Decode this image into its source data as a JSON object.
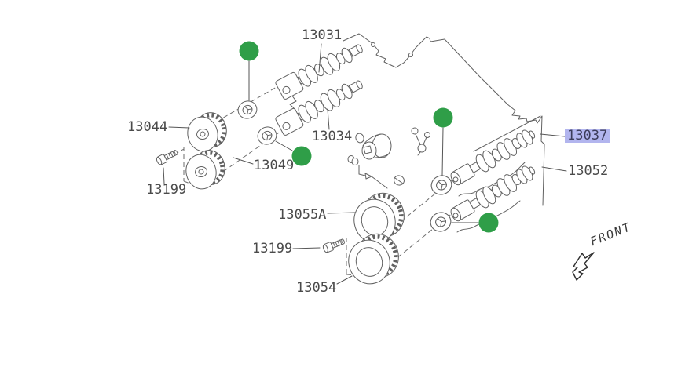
{
  "diagram": {
    "part_labels": [
      {
        "id": "13031",
        "text": "13031",
        "highlighted": false
      },
      {
        "id": "13044",
        "text": "13044",
        "highlighted": false
      },
      {
        "id": "13034",
        "text": "13034",
        "highlighted": false
      },
      {
        "id": "13049",
        "text": "13049",
        "highlighted": false
      },
      {
        "id": "13199a",
        "text": "13199",
        "highlighted": false
      },
      {
        "id": "13055A",
        "text": "13055A",
        "highlighted": false
      },
      {
        "id": "13199b",
        "text": "13199",
        "highlighted": false
      },
      {
        "id": "13054",
        "text": "13054",
        "highlighted": false
      },
      {
        "id": "13037",
        "text": "13037",
        "highlighted": true
      },
      {
        "id": "13052",
        "text": "13052",
        "highlighted": false
      }
    ],
    "front_label": "FRONT",
    "marker_dots": {
      "count": 4,
      "color": "#2f9e48"
    },
    "colors": {
      "highlight_fill": "#b2b5ee",
      "highlight_text": "#3c3c5a",
      "label_text": "#4a4a4a",
      "line_gray": "#616161",
      "marker_green": "#2f9e48"
    }
  }
}
